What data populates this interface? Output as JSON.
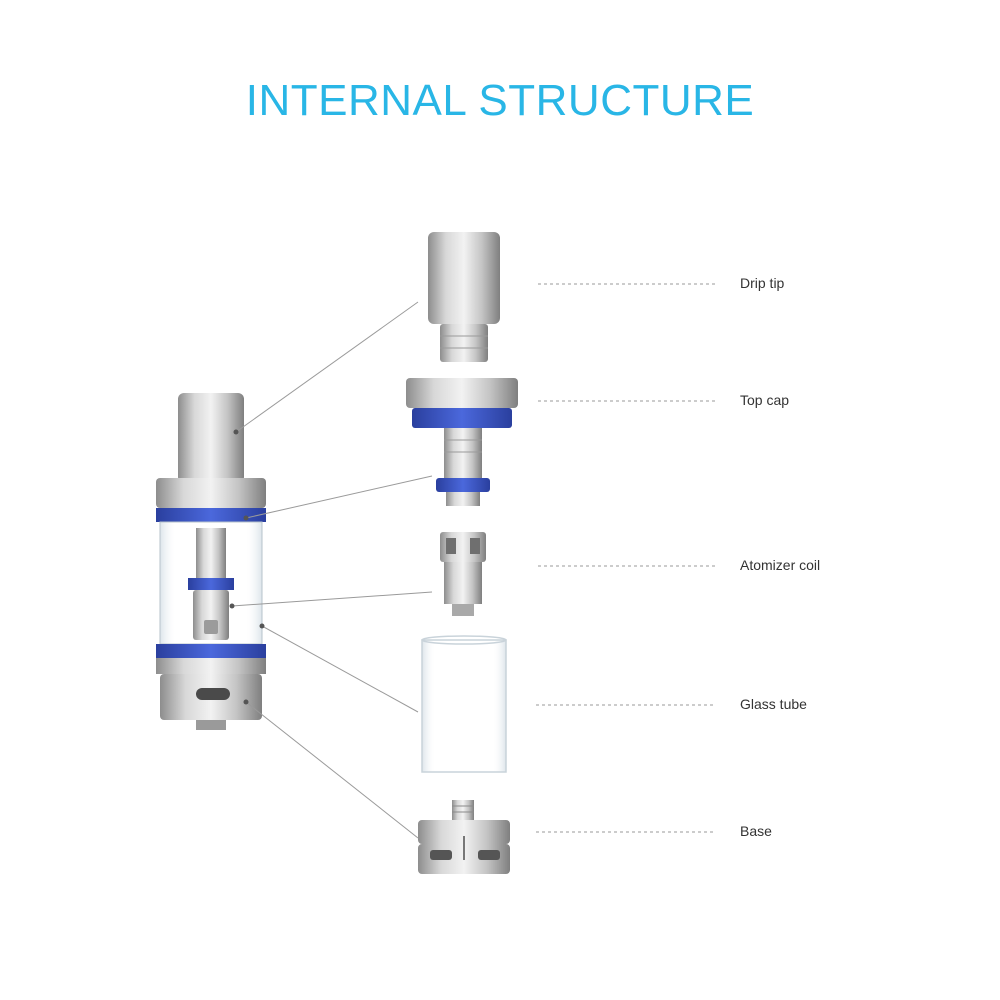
{
  "title": "INTERNAL STRUCTURE",
  "colors": {
    "title": "#29b6e6",
    "steel_light": "#e4e4e4",
    "steel_mid": "#bdbdbd",
    "steel_dark": "#8a8a8a",
    "blue_seal": "#3b55c8",
    "glass": "#dfe7ec",
    "leader_line": "#9a9a9a",
    "label_text": "#333333"
  },
  "parts": [
    {
      "id": "drip-tip",
      "label": "Drip tip"
    },
    {
      "id": "top-cap",
      "label": "Top cap"
    },
    {
      "id": "atomizer-coil",
      "label": "Atomizer coil"
    },
    {
      "id": "glass-tube",
      "label": "Glass tube"
    },
    {
      "id": "base",
      "label": "Base"
    }
  ]
}
